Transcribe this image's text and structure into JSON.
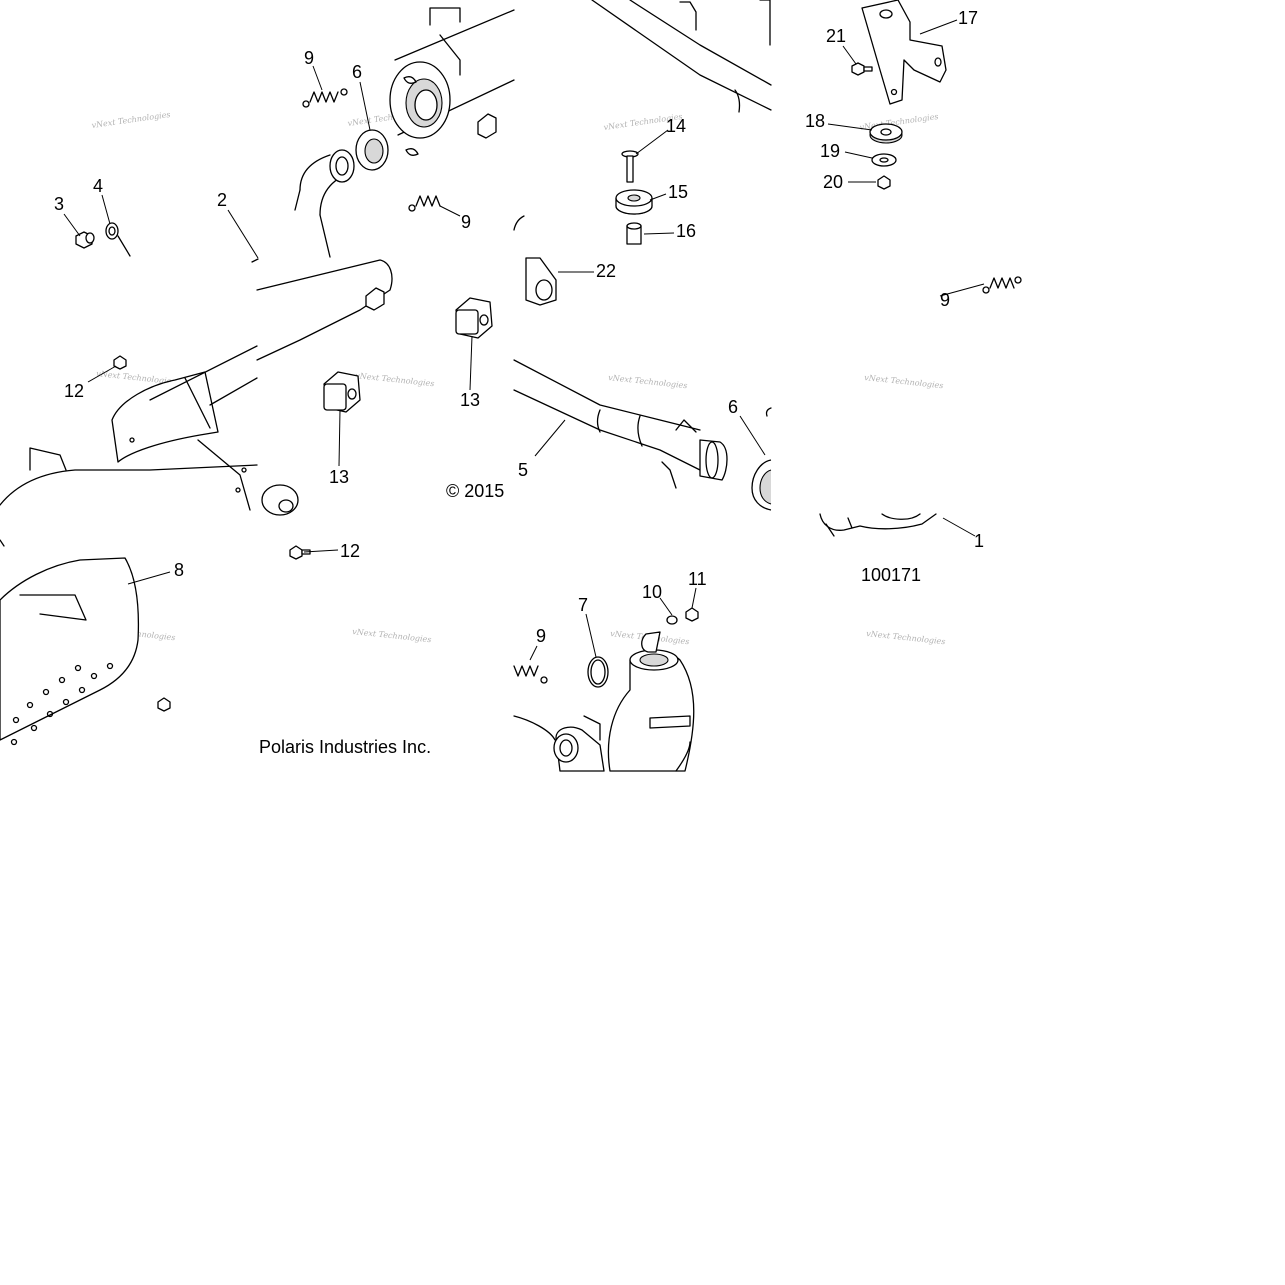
{
  "callouts": [
    "1",
    "2",
    "3",
    "4",
    "5",
    "6",
    "6",
    "7",
    "8",
    "9",
    "9",
    "9",
    "9",
    "10",
    "11",
    "12",
    "12",
    "13",
    "13",
    "14",
    "15",
    "16",
    "17",
    "18",
    "19",
    "20",
    "21",
    "22"
  ],
  "copyright": "© 2015",
  "company": "Polaris Industries Inc.",
  "figure_id": "100171",
  "watermark": "vNext Technologies"
}
